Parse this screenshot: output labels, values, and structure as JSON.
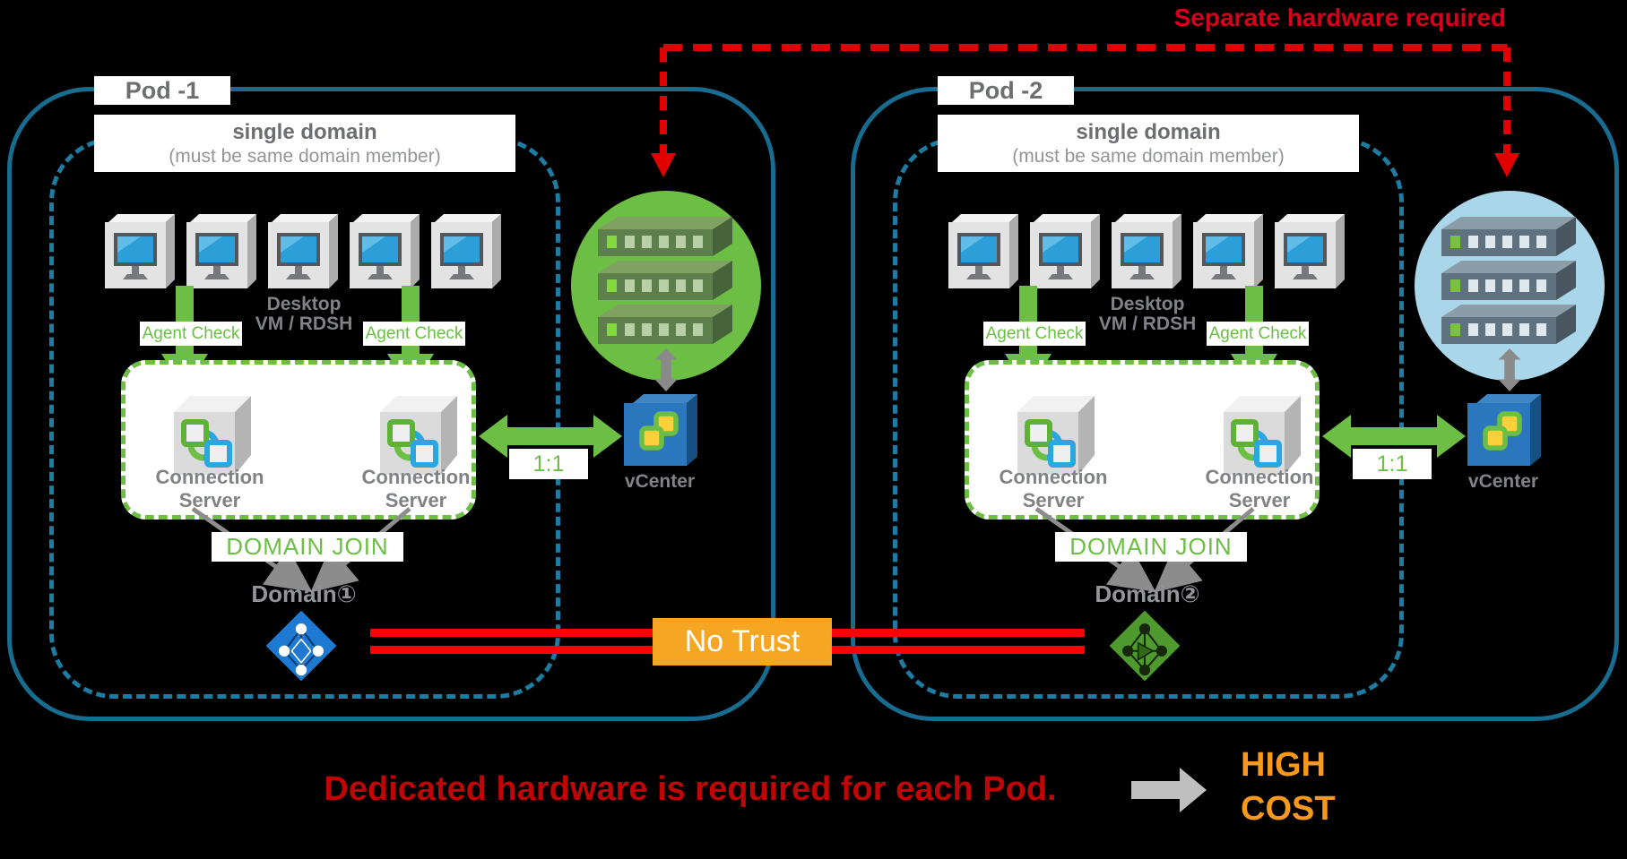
{
  "top_annotation": {
    "text": "Separate hardware required"
  },
  "no_trust_label": "No Trust",
  "bottom_annotation": {
    "text": "Dedicated hardware is required for each Pod.",
    "high_cost": [
      "HIGH",
      "COST"
    ]
  },
  "shared_labels": {
    "single_domain": "single domain",
    "single_domain_note": "(must be same domain member)",
    "desktop_line1": "Desktop",
    "desktop_line2": "VM / RDSH",
    "agent_check": "Agent Check",
    "connection_server": "Connection Server",
    "domain_join": "DOMAIN JOIN",
    "ratio": "1:1",
    "vcenter": "vCenter"
  },
  "pods": [
    {
      "label": "Pod -1",
      "domain_name": "Domain①"
    },
    {
      "label": "Pod -2",
      "domain_name": "Domain②"
    }
  ],
  "icons": {
    "desktop": "desktop-monitor-icon",
    "agent_arrow": "green-down-arrow-icon",
    "connection_server": "connection-server-cube-icon",
    "host_cluster": "server-stack-icon",
    "vcenter": "vcenter-box-icon",
    "sync": "green-double-arrow-icon",
    "link": "gray-updown-arrow-icon",
    "domain_blue": "ad-domain-diamond-blue-icon",
    "domain_green": "ad-domain-diamond-green-icon",
    "separate_hw": "red-dashed-arrow-icon",
    "high_cost": "gray-right-arrow-icon"
  },
  "colors": {
    "background": "#000000",
    "pod_border": "#176C90",
    "inner_dashed_border": "#1E7CA2",
    "accent_green": "#6CBE45",
    "host_circle_pod1": "#6CBE45",
    "host_circle_pod2": "#A9D7E9",
    "red_line": "#FF0000",
    "red_dashed": "#E00000",
    "red_text_top": "#D6001C",
    "red_text_bottom": "#BE0606",
    "orange_box": "#F5A623",
    "orange_text": "#F8981D",
    "gray_text": "#808285",
    "light_gray_text": "#939598",
    "domain_icon_blue": "#1E79D2",
    "domain_icon_green": "#4F9A2F"
  }
}
